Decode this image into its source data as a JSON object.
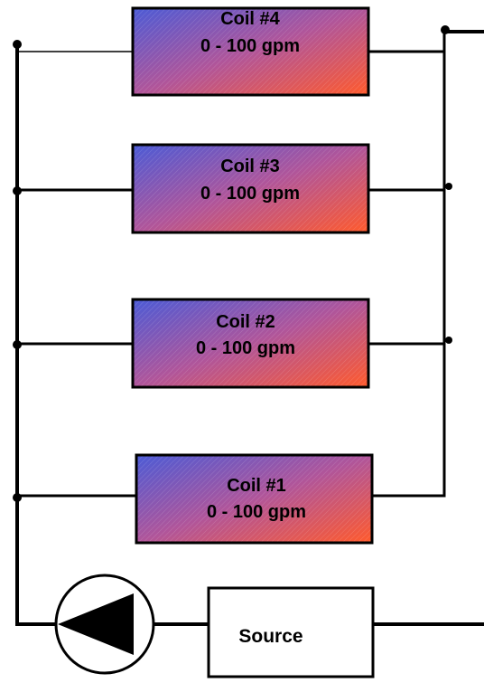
{
  "colors": {
    "coil_gradient_start": "#4b5bd6",
    "coil_gradient_mid": "#b0559a",
    "coil_gradient_end": "#ff5a2c",
    "line": "#000000",
    "background": "#ffffff"
  },
  "coils": [
    {
      "name": "Coil #4",
      "flow": "0 - 100 gpm"
    },
    {
      "name": "Coil #3",
      "flow": "0 - 100 gpm"
    },
    {
      "name": "Coil #2",
      "flow": "0 - 100 gpm"
    },
    {
      "name": "Coil #1",
      "flow": "0 - 100 gpm"
    }
  ],
  "source": {
    "label": "Source"
  },
  "pump": {
    "icon": "pump-icon"
  }
}
